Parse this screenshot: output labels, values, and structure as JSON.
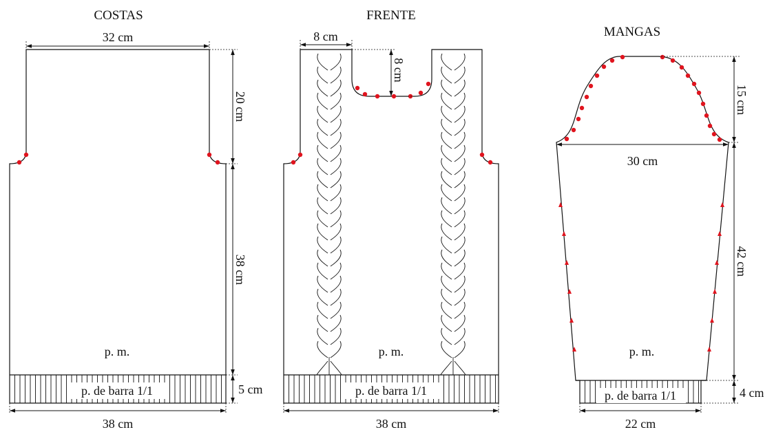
{
  "pieces": {
    "back": {
      "title": "COSTAS",
      "shoulder_width": "32 cm",
      "armhole_height": "20 cm",
      "body_height": "38 cm",
      "rib_height": "5 cm",
      "bottom_width": "38 cm",
      "stitch": "p. m.",
      "rib_stitch": "p. de barra 1/1"
    },
    "front": {
      "title": "FRENTE",
      "shoulder_width": "8 cm",
      "neck_depth": "8 cm",
      "bottom_width": "38 cm",
      "stitch": "p. m.",
      "rib_stitch": "p. de barra 1/1"
    },
    "sleeve": {
      "title": "MANGAS",
      "cap_height": "15 cm",
      "top_width": "30 cm",
      "length": "42 cm",
      "rib_height": "4 cm",
      "cuff_width": "22 cm",
      "stitch": "p. m.",
      "rib_stitch": "p. de barra 1/1"
    }
  },
  "colors": {
    "line": "#111111",
    "marker": "#e0141e"
  }
}
